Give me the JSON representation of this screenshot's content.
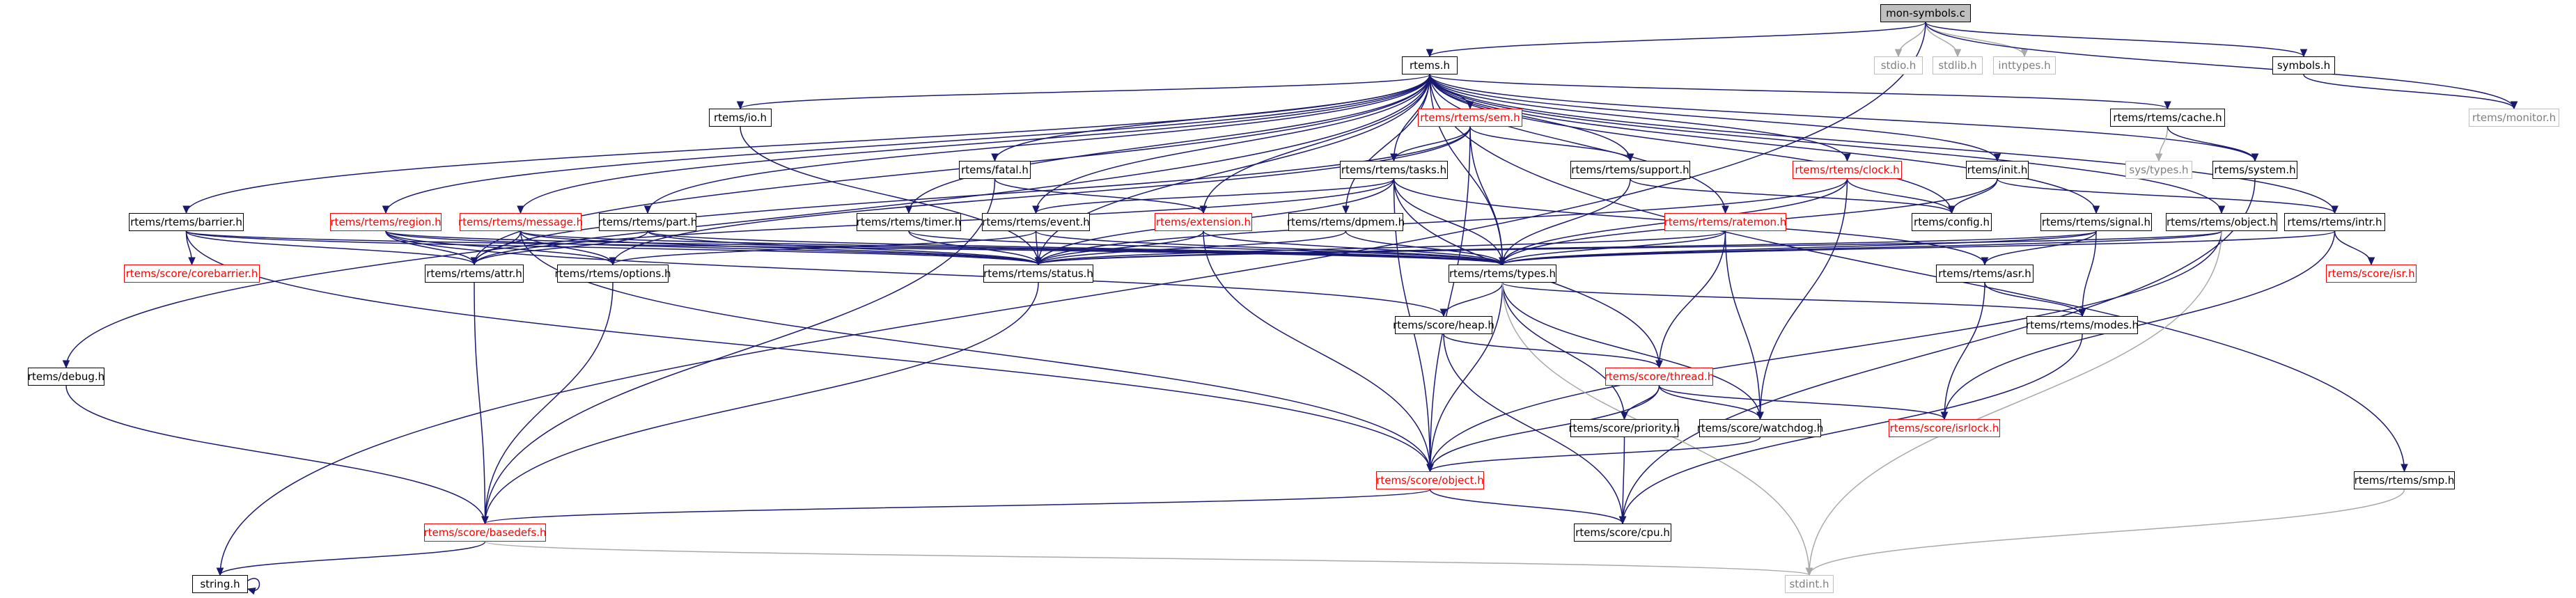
{
  "colors": {
    "edge": "#191970",
    "external_edge": "#a9a9a9",
    "incomplete_node": "#ff0000",
    "root_fill": "#bfbfbf"
  },
  "nodes": {
    "mon_symbols_c": "mon-symbols.c",
    "rtems_h": "rtems.h",
    "stdio_h": "stdio.h",
    "stdlib_h": "stdlib.h",
    "inttypes_h": "inttypes.h",
    "symbols_h": "symbols.h",
    "rtems_monitor_h": "rtems/monitor.h",
    "rtems_io_h": "rtems/io.h",
    "rtems_rtems_sem_h": "rtems/rtems/sem.h",
    "rtems_rtems_cache_h": "rtems/rtems/cache.h",
    "rtems_fatal_h": "rtems/fatal.h",
    "rtems_rtems_tasks_h": "rtems/rtems/tasks.h",
    "rtems_rtems_support_h": "rtems/rtems/support.h",
    "rtems_rtems_clock_h": "rtems/rtems/clock.h",
    "rtems_init_h": "rtems/init.h",
    "sys_types_h": "sys/types.h",
    "rtems_system_h": "rtems/system.h",
    "rtems_rtems_barrier_h": "rtems/rtems/barrier.h",
    "rtems_rtems_region_h": "rtems/rtems/region.h",
    "rtems_rtems_message_h": "rtems/rtems/message.h",
    "rtems_rtems_part_h": "rtems/rtems/part.h",
    "rtems_rtems_timer_h": "rtems/rtems/timer.h",
    "rtems_rtems_event_h": "rtems/rtems/event.h",
    "rtems_extension_h": "rtems/extension.h",
    "rtems_rtems_dpmem_h": "rtems/rtems/dpmem.h",
    "rtems_rtems_ratemon_h": "rtems/rtems/ratemon.h",
    "rtems_config_h": "rtems/config.h",
    "rtems_rtems_signal_h": "rtems/rtems/signal.h",
    "rtems_rtems_object_h": "rtems/rtems/object.h",
    "rtems_rtems_intr_h": "rtems/rtems/intr.h",
    "rtems_score_corebarrier_h": "rtems/score/corebarrier.h",
    "rtems_rtems_attr_h": "rtems/rtems/attr.h",
    "rtems_rtems_options_h": "rtems/rtems/options.h",
    "rtems_rtems_status_h": "rtems/rtems/status.h",
    "rtems_rtems_types_h": "rtems/rtems/types.h",
    "rtems_rtems_asr_h": "rtems/rtems/asr.h",
    "rtems_score_isr_h": "rtems/score/isr.h",
    "rtems_debug_h": "rtems/debug.h",
    "rtems_score_heap_h": "rtems/score/heap.h",
    "rtems_rtems_modes_h": "rtems/rtems/modes.h",
    "rtems_score_thread_h": "rtems/score/thread.h",
    "rtems_score_priority_h": "rtems/score/priority.h",
    "rtems_score_watchdog_h": "rtems/score/watchdog.h",
    "rtems_score_isrlock_h": "rtems/score/isrlock.h",
    "rtems_score_object_h": "rtems/score/object.h",
    "rtems_rtems_smp_h": "rtems/rtems/smp.h",
    "rtems_score_basedefs_h": "rtems/score/basedefs.h",
    "rtems_score_cpu_h": "rtems/score/cpu.h",
    "string_h": "string.h",
    "stdint_h": "stdint.h"
  }
}
